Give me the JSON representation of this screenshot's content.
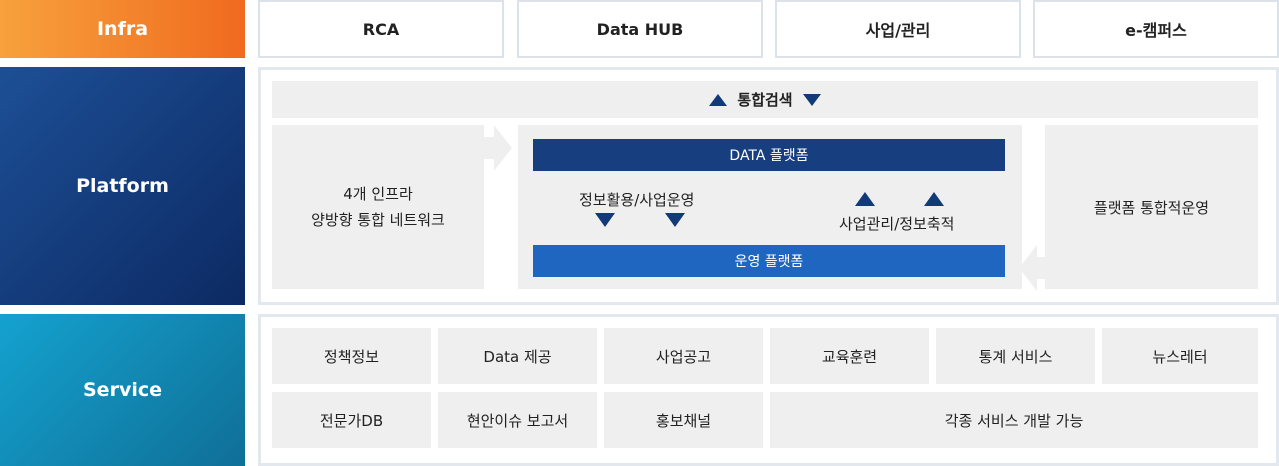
{
  "rows": {
    "infra": "Infra",
    "platform": "Platform",
    "service": "Service"
  },
  "infra_items": [
    "RCA",
    "Data HUB",
    "사업/관리",
    "e-캠퍼스"
  ],
  "platform": {
    "search": "통합검색",
    "left_line1": "4개 인프라",
    "left_line2": "양방향 통합 네트워크",
    "data_platform": "DATA 플랫폼",
    "ops_platform": "운영 플랫폼",
    "flow_down": "정보활용/사업운영",
    "flow_up": "사업관리/정보축적",
    "right": "플랫폼 통합적운영"
  },
  "services": {
    "row1": [
      "정책정보",
      "Data 제공",
      "사업공고",
      "교육훈련",
      "통계 서비스",
      "뉴스레터"
    ],
    "row2": [
      "전문가DB",
      "현안이슈 보고서",
      "홍보채널",
      "각종 서비스 개발 가능"
    ]
  },
  "colors": {
    "infra": "#f06a1f",
    "platform": "#0c2a63",
    "service": "#0f6f97",
    "data_bar": "#173f80",
    "ops_bar": "#1f66c1"
  }
}
